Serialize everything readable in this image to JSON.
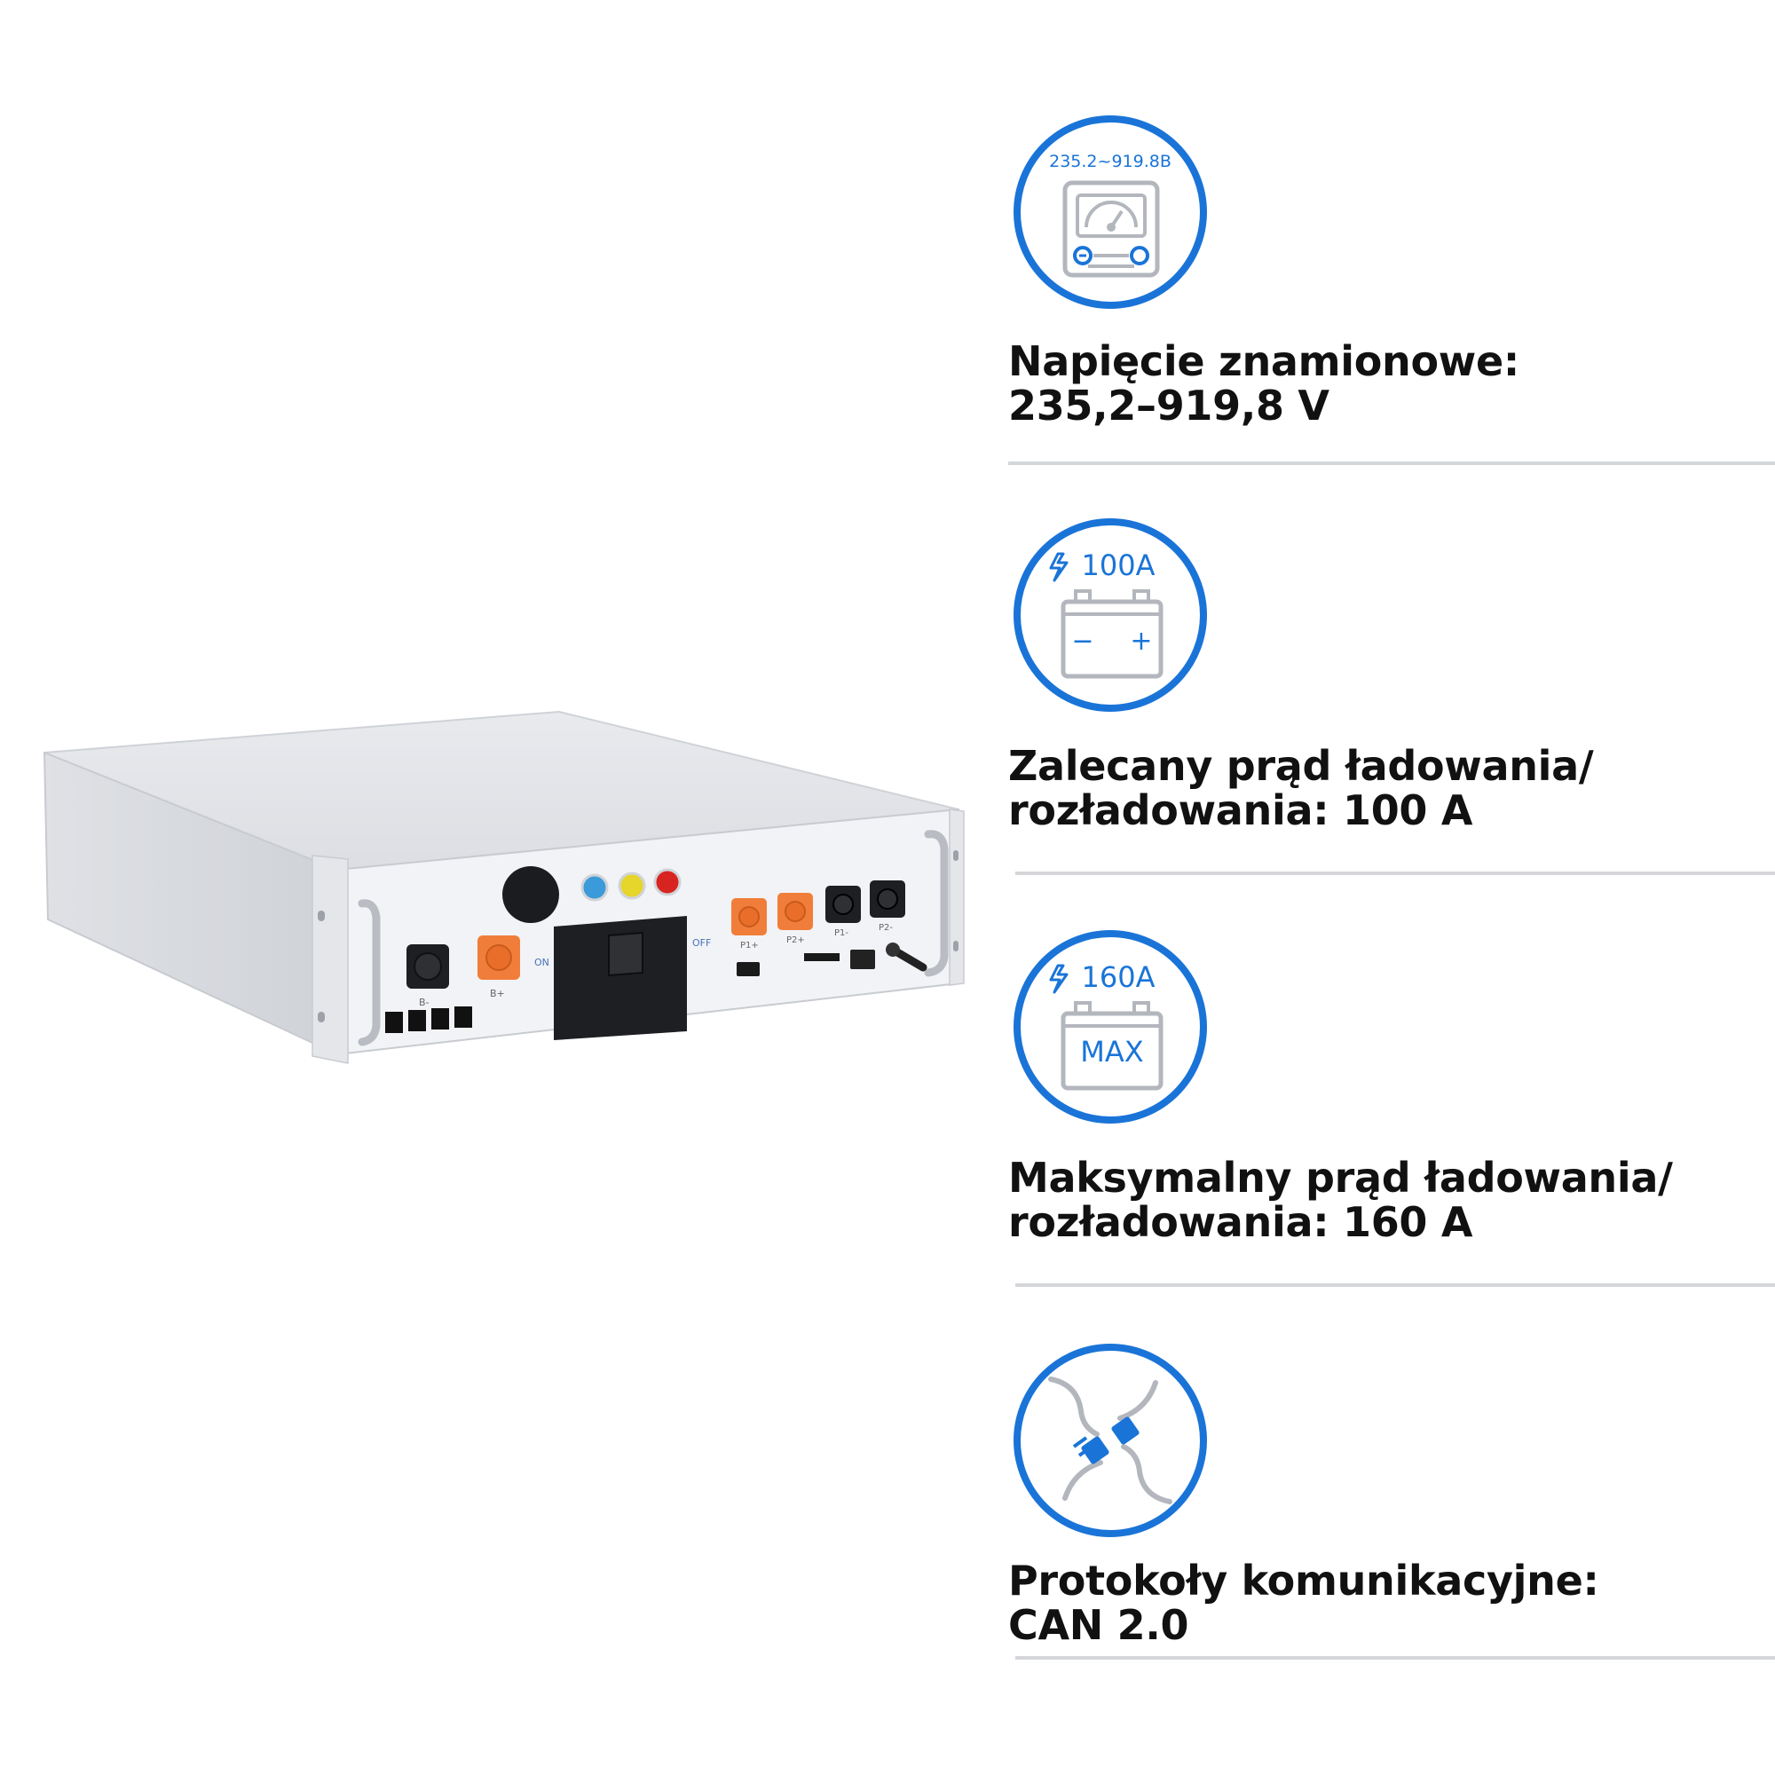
{
  "colors": {
    "accent_blue": "#1a74d8",
    "icon_gray": "#b3b7bd",
    "text": "#111111",
    "divider": "#d4d6d9",
    "terminal_orange": "#f07e3a"
  },
  "product": {
    "icon": "rack-battery-module",
    "panel_labels": {
      "b_minus": "B-",
      "b_plus": "B+",
      "switch_on": "ON",
      "switch_off": "OFF",
      "p1_plus": "P1+",
      "p2_plus": "P2+",
      "p1_minus": "P1-",
      "p2_minus": "P2-"
    }
  },
  "features": [
    {
      "icon": "voltage-meter-icon",
      "badge_text": "235.2~919.8B",
      "line1": "Napięcie znamionowe:",
      "line2": "235,2–919,8 V"
    },
    {
      "icon": "battery-current-icon",
      "badge_text": "100A",
      "battery_minus": "−",
      "battery_plus": "+",
      "line1": "Zalecany prąd ładowania/",
      "line2": "rozładowania: 100 A"
    },
    {
      "icon": "battery-max-current-icon",
      "badge_text": "160A",
      "battery_label": "MAX",
      "line1": "Maksymalny prąd ładowania/",
      "line2": "rozładowania: 160 A"
    },
    {
      "icon": "plug-connection-icon",
      "line1": "Protokoły komunikacyjne:",
      "line2": "CAN 2.0"
    }
  ]
}
